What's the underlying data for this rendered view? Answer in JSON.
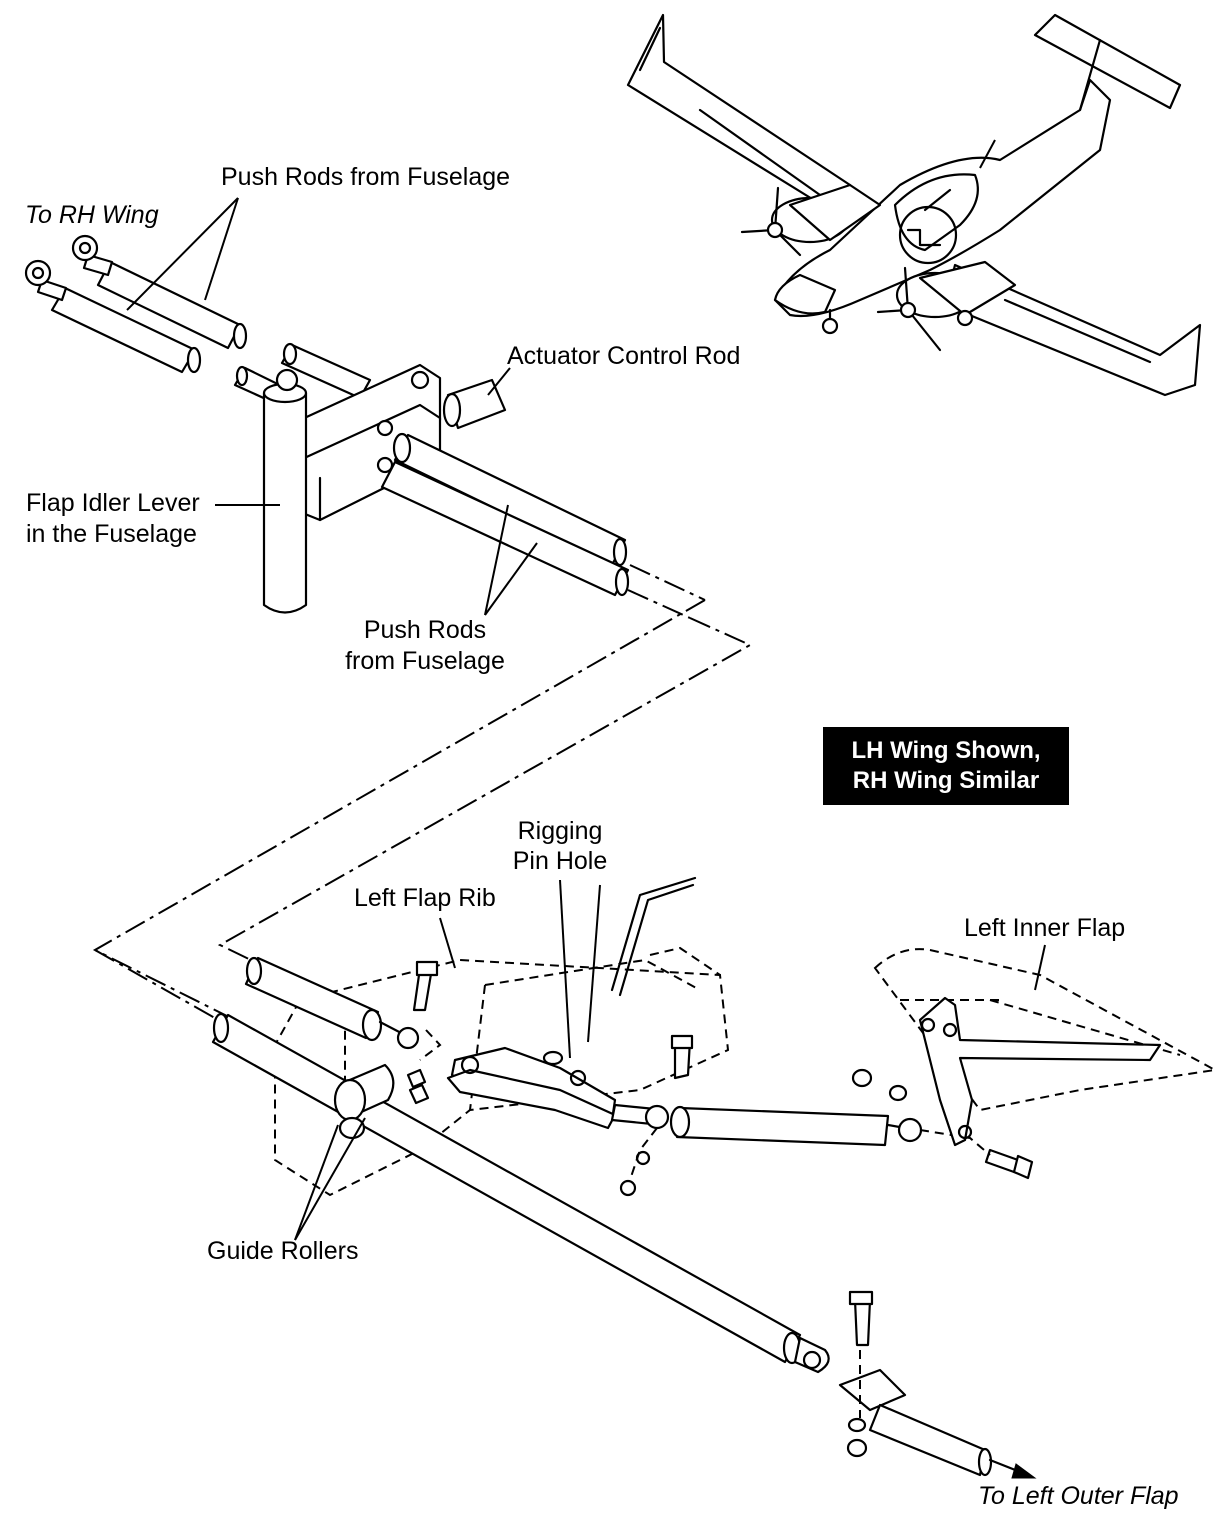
{
  "labels": {
    "push_rods_top": "Push Rods from Fuselage",
    "to_rh_wing": "To RH Wing",
    "actuator_control_rod": "Actuator Control Rod",
    "flap_idler_lever_line1": "Flap Idler Lever",
    "flap_idler_lever_line2": "in the Fuselage",
    "push_rods_lower_line1": "Push Rods",
    "push_rods_lower_line2": "from Fuselage",
    "callout_line1": "LH Wing Shown,",
    "callout_line2": "RH Wing Similar",
    "rigging_pin_hole_line1": "Rigging",
    "rigging_pin_hole_line2": "Pin Hole",
    "left_flap_rib": "Left Flap Rib",
    "left_inner_flap": "Left Inner Flap",
    "guide_rollers": "Guide Rollers",
    "to_left_outer_flap": "To Left Outer Flap"
  },
  "icons": {
    "aircraft": "twin-engine-aircraft-icon",
    "arrow": "arrow-right-icon"
  }
}
